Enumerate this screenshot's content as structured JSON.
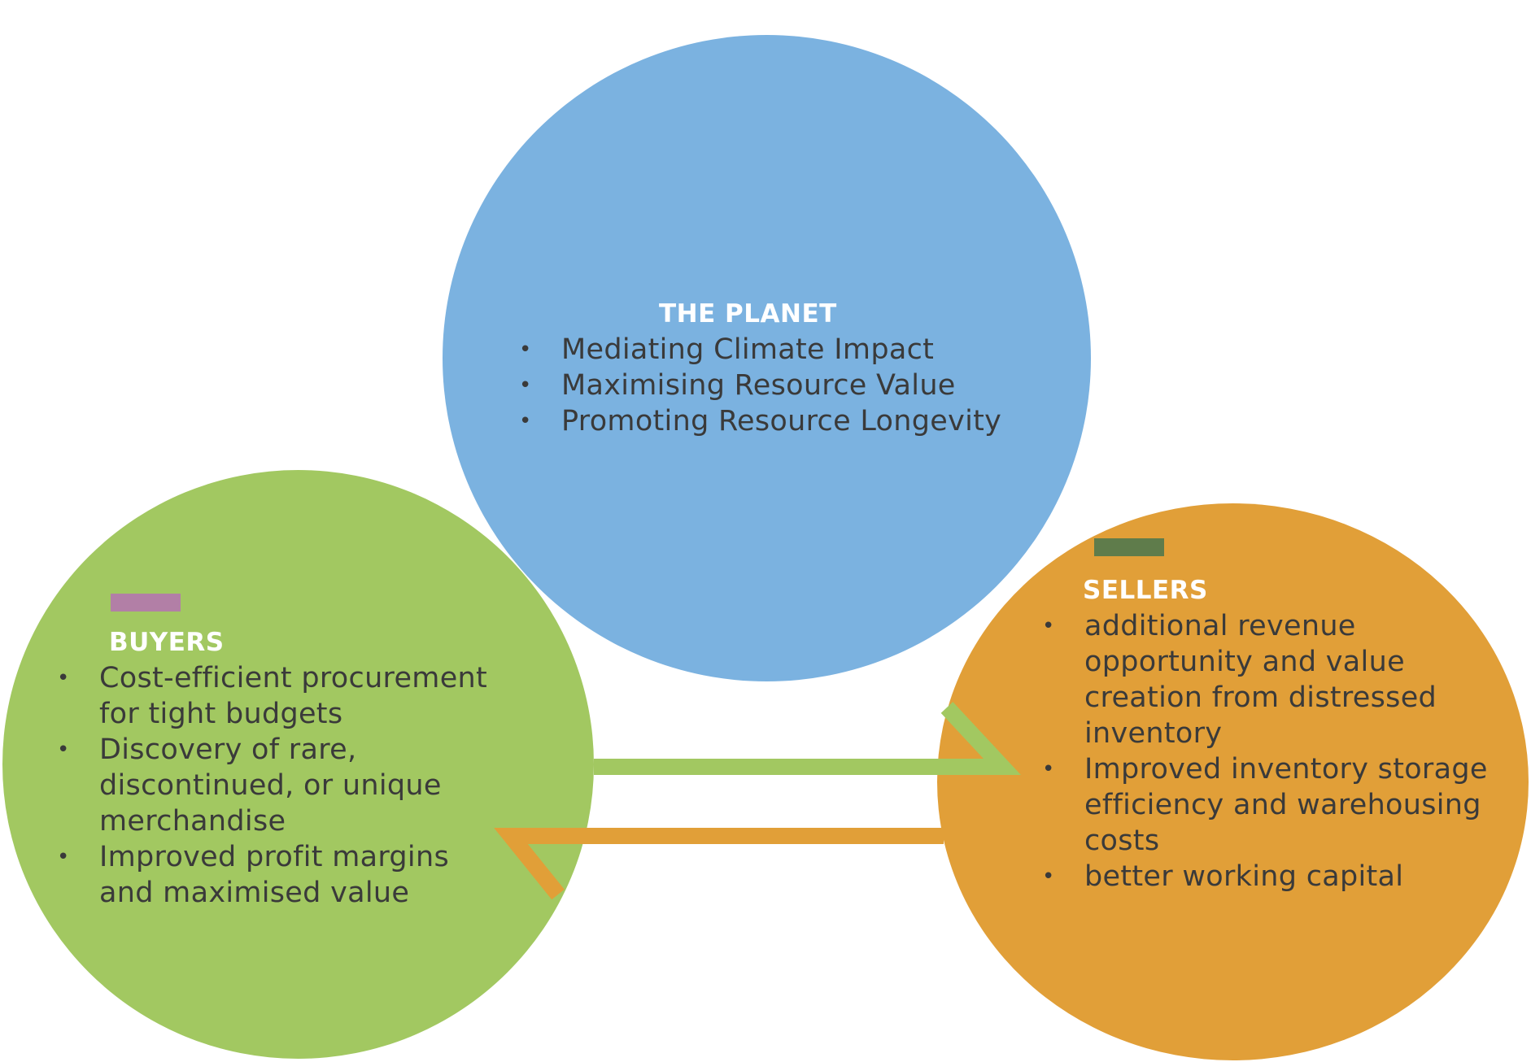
{
  "colors": {
    "planet": "#7bb2e0",
    "buyers": "#a2c861",
    "sellers": "#e19f38",
    "buyers_tag": "#b27fa6",
    "sellers_tag": "#5f7c4b",
    "arrow_to_sellers": "#a2c861",
    "arrow_to_buyers": "#e19f38"
  },
  "planet": {
    "heading": "THE PLANET",
    "items": [
      "Mediating Climate Impact",
      "Maximising Resource Value",
      "Promoting Resource Longevity"
    ]
  },
  "buyers": {
    "heading": "BUYERS",
    "items": [
      "Cost-efficient procurement for tight budgets",
      "Discovery of rare, discontinued, or unique merchandise",
      "Improved profit margins and maximised value"
    ]
  },
  "sellers": {
    "heading": "SELLERS",
    "items": [
      "additional revenue opportunity and value creation from distressed inventory",
      "Improved inventory storage efficiency and warehousing costs",
      "better working capital"
    ]
  },
  "bullet_symbol": "•"
}
